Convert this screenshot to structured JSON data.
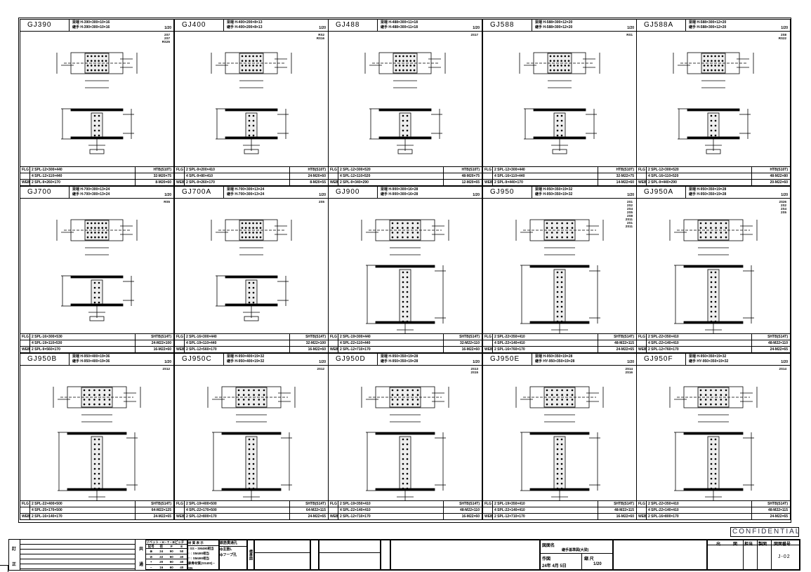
{
  "panels": [
    {
      "id": "GJ390",
      "flange": "H-390×300×10×16",
      "web": "H-390×300×10×16",
      "scale": "1/20",
      "bolts": [
        "2S7",
        "2S7",
        "RS25"
      ],
      "rows": [
        [
          "FLG",
          "2 SPL-12×300×440",
          "HTB(S10T)"
        ],
        [
          "",
          "4 SPL-12×110×440",
          "32-M20×75"
        ],
        [
          "WEB",
          "2 SPL-9×260×170",
          "8-M20×60"
        ]
      ]
    },
    {
      "id": "GJ400",
      "flange": "H-400×200×8×13",
      "web": "H-400×200×8×13",
      "scale": "1/20",
      "bolts": [
        "RS2",
        "RS16"
      ],
      "rows": [
        [
          "FLG",
          "2 SPL-9×200×410",
          "HTB(S10T)"
        ],
        [
          "",
          "4 SPL-9×80×410",
          "24-M20×60"
        ],
        [
          "WEB",
          "2 SPL-9×260×170",
          "8-M20×55"
        ]
      ]
    },
    {
      "id": "GJ488",
      "flange": "H-488×300×11×18",
      "web": "H-488×300×11×18",
      "scale": "1/20",
      "bolts": [
        "2S17"
      ],
      "rows": [
        [
          "FLG",
          "2 SPL-12×300×520",
          "HTB(S10T)"
        ],
        [
          "",
          "4 SPL-12×110×520",
          "48-M20×75"
        ],
        [
          "WEB",
          "2 SPL-9×340×290",
          "12-M20×65"
        ]
      ]
    },
    {
      "id": "GJ588",
      "flange": "H-588×300×12×20",
      "web": "H-588×300×12×20",
      "scale": "1/20",
      "bolts": [
        "RS1"
      ],
      "rows": [
        [
          "FLG",
          "2 SPL-12×300×440",
          "HTB(S10T)"
        ],
        [
          "",
          "4 SPL-16×110×440",
          "32-M22×75"
        ],
        [
          "WEB",
          "2 SPL-9×440×170",
          "14-M22×60"
        ]
      ]
    },
    {
      "id": "GJ588A",
      "flange": "H-588×300×12×20",
      "web": "H-588×300×12×20",
      "scale": "1/20",
      "bolts": [
        "2S8",
        "RS22"
      ],
      "rows": [
        [
          "FLG",
          "2 SPL-12×300×520",
          "HTB(S10T)"
        ],
        [
          "",
          "4 SPL-16×110×520",
          "48-M22×80"
        ],
        [
          "WEB",
          "2 SPL-9×440×290",
          "20-M22×60"
        ]
      ]
    },
    {
      "id": "GJ700",
      "flange": "H-700×300×13×24",
      "web": "H-700×300×13×24",
      "scale": "1/20",
      "bolts": [
        "RS5"
      ],
      "rows": [
        [
          "FLG",
          "2 SPL-16×300×530",
          "SHTB(S14T)"
        ],
        [
          "",
          "4 SPL-19×110×530",
          "24-M22×100"
        ],
        [
          "WEB",
          "2 SPL-9×560×170",
          "16-M22×60"
        ]
      ]
    },
    {
      "id": "GJ700A",
      "flange": "H-700×300×13×24",
      "web": "H-700×300×13×24",
      "scale": "1/20",
      "bolts": [
        "2S5"
      ],
      "rows": [
        [
          "FLG",
          "2 SPL-16×300×440",
          "SHTB(S14T)"
        ],
        [
          "",
          "4 SPL-19×110×440",
          "32-M22×100"
        ],
        [
          "WEB",
          "2 SPL-12×560×170",
          "16-M22×60"
        ]
      ]
    },
    {
      "id": "GJ900",
      "flange": "H-900×300×16×28",
      "web": "H-900×300×16×28",
      "scale": "1/20",
      "bolts": [],
      "rows": [
        [
          "FLG",
          "2 SPL-19×300×440",
          "SHTB(S14T)"
        ],
        [
          "",
          "4 SPL-22×110×440",
          "32-M22×110"
        ],
        [
          "WEB",
          "2 SPL-12×710×170",
          "16-M22×60"
        ]
      ]
    },
    {
      "id": "GJ950",
      "flange": "H-950×350×19×32",
      "web": "H-950×350×19×32",
      "scale": "1/20",
      "bolts": [
        "2S1",
        "2S2",
        "2S4",
        "2S5",
        "2S8",
        "2S11",
        "2S1",
        "2S11"
      ],
      "rows": [
        [
          "FLG",
          "2 SPL-22×350×410",
          "SHTB(S14T)"
        ],
        [
          "",
          "4 SPL-22×140×410",
          "48-M22×115"
        ],
        [
          "WEB",
          "2 SPL-16×760×170",
          "24-M22×65"
        ]
      ]
    },
    {
      "id": "GJ950A",
      "flange": "H-950×350×19×28",
      "web": "H-950×350×19×28",
      "scale": "1/20",
      "bolts": [
        "2S26",
        "2S2",
        "2S4",
        "2S5"
      ],
      "rows": [
        [
          "FLG",
          "2 SPL-22×350×410",
          "SHTB(S14T)"
        ],
        [
          "",
          "4 SPL-22×140×410",
          "48-M22×110"
        ],
        [
          "WEB",
          "2 SPL-12×760×170",
          "24-M22×65"
        ]
      ]
    },
    {
      "id": "GJ950B",
      "flange": "H-950×400×19×36",
      "web": "H-950×400×19×36",
      "scale": "1/20",
      "bolts": [
        "2S12"
      ],
      "rows": [
        [
          "FLG",
          "2 SPL-22×400×500",
          "SHTB(S14T)"
        ],
        [
          "",
          "4 SPL-25×170×500",
          "64-M22×125"
        ],
        [
          "WEB",
          "2 SPL-16×140×170",
          "24-M22×65"
        ]
      ]
    },
    {
      "id": "GJ950C",
      "flange": "H-950×400×19×32",
      "web": "H-950×400×19×32",
      "scale": "1/20",
      "bolts": [
        "2S12"
      ],
      "rows": [
        [
          "FLG",
          "2 SPL-19×400×500",
          "SHTB(S14T)"
        ],
        [
          "",
          "4 SPL-22×170×500",
          "64-M22×115"
        ],
        [
          "WEB",
          "2 SPL-12×800×170",
          "24-M22×65"
        ]
      ]
    },
    {
      "id": "GJ950D",
      "flange": "H-950×350×19×28",
      "web": "H-950×350×19×28",
      "scale": "1/20",
      "bolts": [
        "2S13",
        "2S15"
      ],
      "rows": [
        [
          "FLG",
          "2 SPL-19×350×410",
          "SHTB(S14T)"
        ],
        [
          "",
          "4 SPL-22×140×410",
          "48-M22×110"
        ],
        [
          "WEB",
          "2 SPL-12×710×170",
          "16-M22×60"
        ]
      ]
    },
    {
      "id": "GJ950E",
      "flange": "H-950×350×19×28",
      "web": "HY-950×350×19×28",
      "scale": "1/20",
      "bolts": [
        "2S14",
        "2S16"
      ],
      "rows": [
        [
          "FLG",
          "2 SPL-19×350×410",
          "SHTB(S14T)"
        ],
        [
          "",
          "4 SPL-22×140×410",
          "48-M22×115"
        ],
        [
          "WEB",
          "2 SPL-12×710×170",
          "16-M22×60"
        ]
      ]
    },
    {
      "id": "GJ950F",
      "flange": "H-950×350×19×32",
      "web": "HY-950×350×19×32",
      "scale": "1/20",
      "bolts": [
        "2S14"
      ],
      "rows": [
        [
          "FLG",
          "2 SPL-22×350×410",
          "SHTB(S14T)"
        ],
        [
          "",
          "4 SPL-22×140×410",
          "48-M22×115"
        ],
        [
          "WEB",
          "2 SPL-16×800×170",
          "24-M22×65"
        ]
      ]
    }
  ],
  "labels": {
    "flange_key": "梁端",
    "web_key": "継手"
  },
  "confidential": "CONFIDENTIAL",
  "title_block": {
    "revision_top": "訂",
    "revision_bottom": "正",
    "common_top": "共",
    "common_bottom": "通",
    "bolt_table_title": "リベット・H・T・Bピッチ",
    "bolt_table_headers": [
      "記号",
      "径",
      "P",
      "E"
    ],
    "bolt_table_rows": [
      [
        "⊗",
        "24",
        "90",
        "50"
      ],
      [
        "⊘",
        "22",
        "60",
        "40"
      ],
      [
        "+",
        "20",
        "60",
        "40"
      ],
      [
        "−",
        "16",
        "60",
        "40"
      ]
    ],
    "material_title": "材 質 表 示",
    "materials": [
      "○SS・SM490相当",
      "○ : SM490相当",
      "□ : SM490相当",
      "鉄骨材質(SS400)・SN"
    ],
    "hole_title": "鉄筋貫通孔",
    "holes": [
      "ф主筋L",
      "фフープ孔"
    ],
    "std_label": "標準図",
    "drawing_name_label": "図面名",
    "drawing_name": "継手基準図(大梁)",
    "date_label": "作図",
    "date": "24年 4月 5日",
    "scale_label": "縮 尺",
    "scale": "1/20",
    "header_cells": [
      "出",
      "図",
      "担当",
      "製図",
      "図面番号"
    ],
    "drawing_number": "J-02"
  }
}
